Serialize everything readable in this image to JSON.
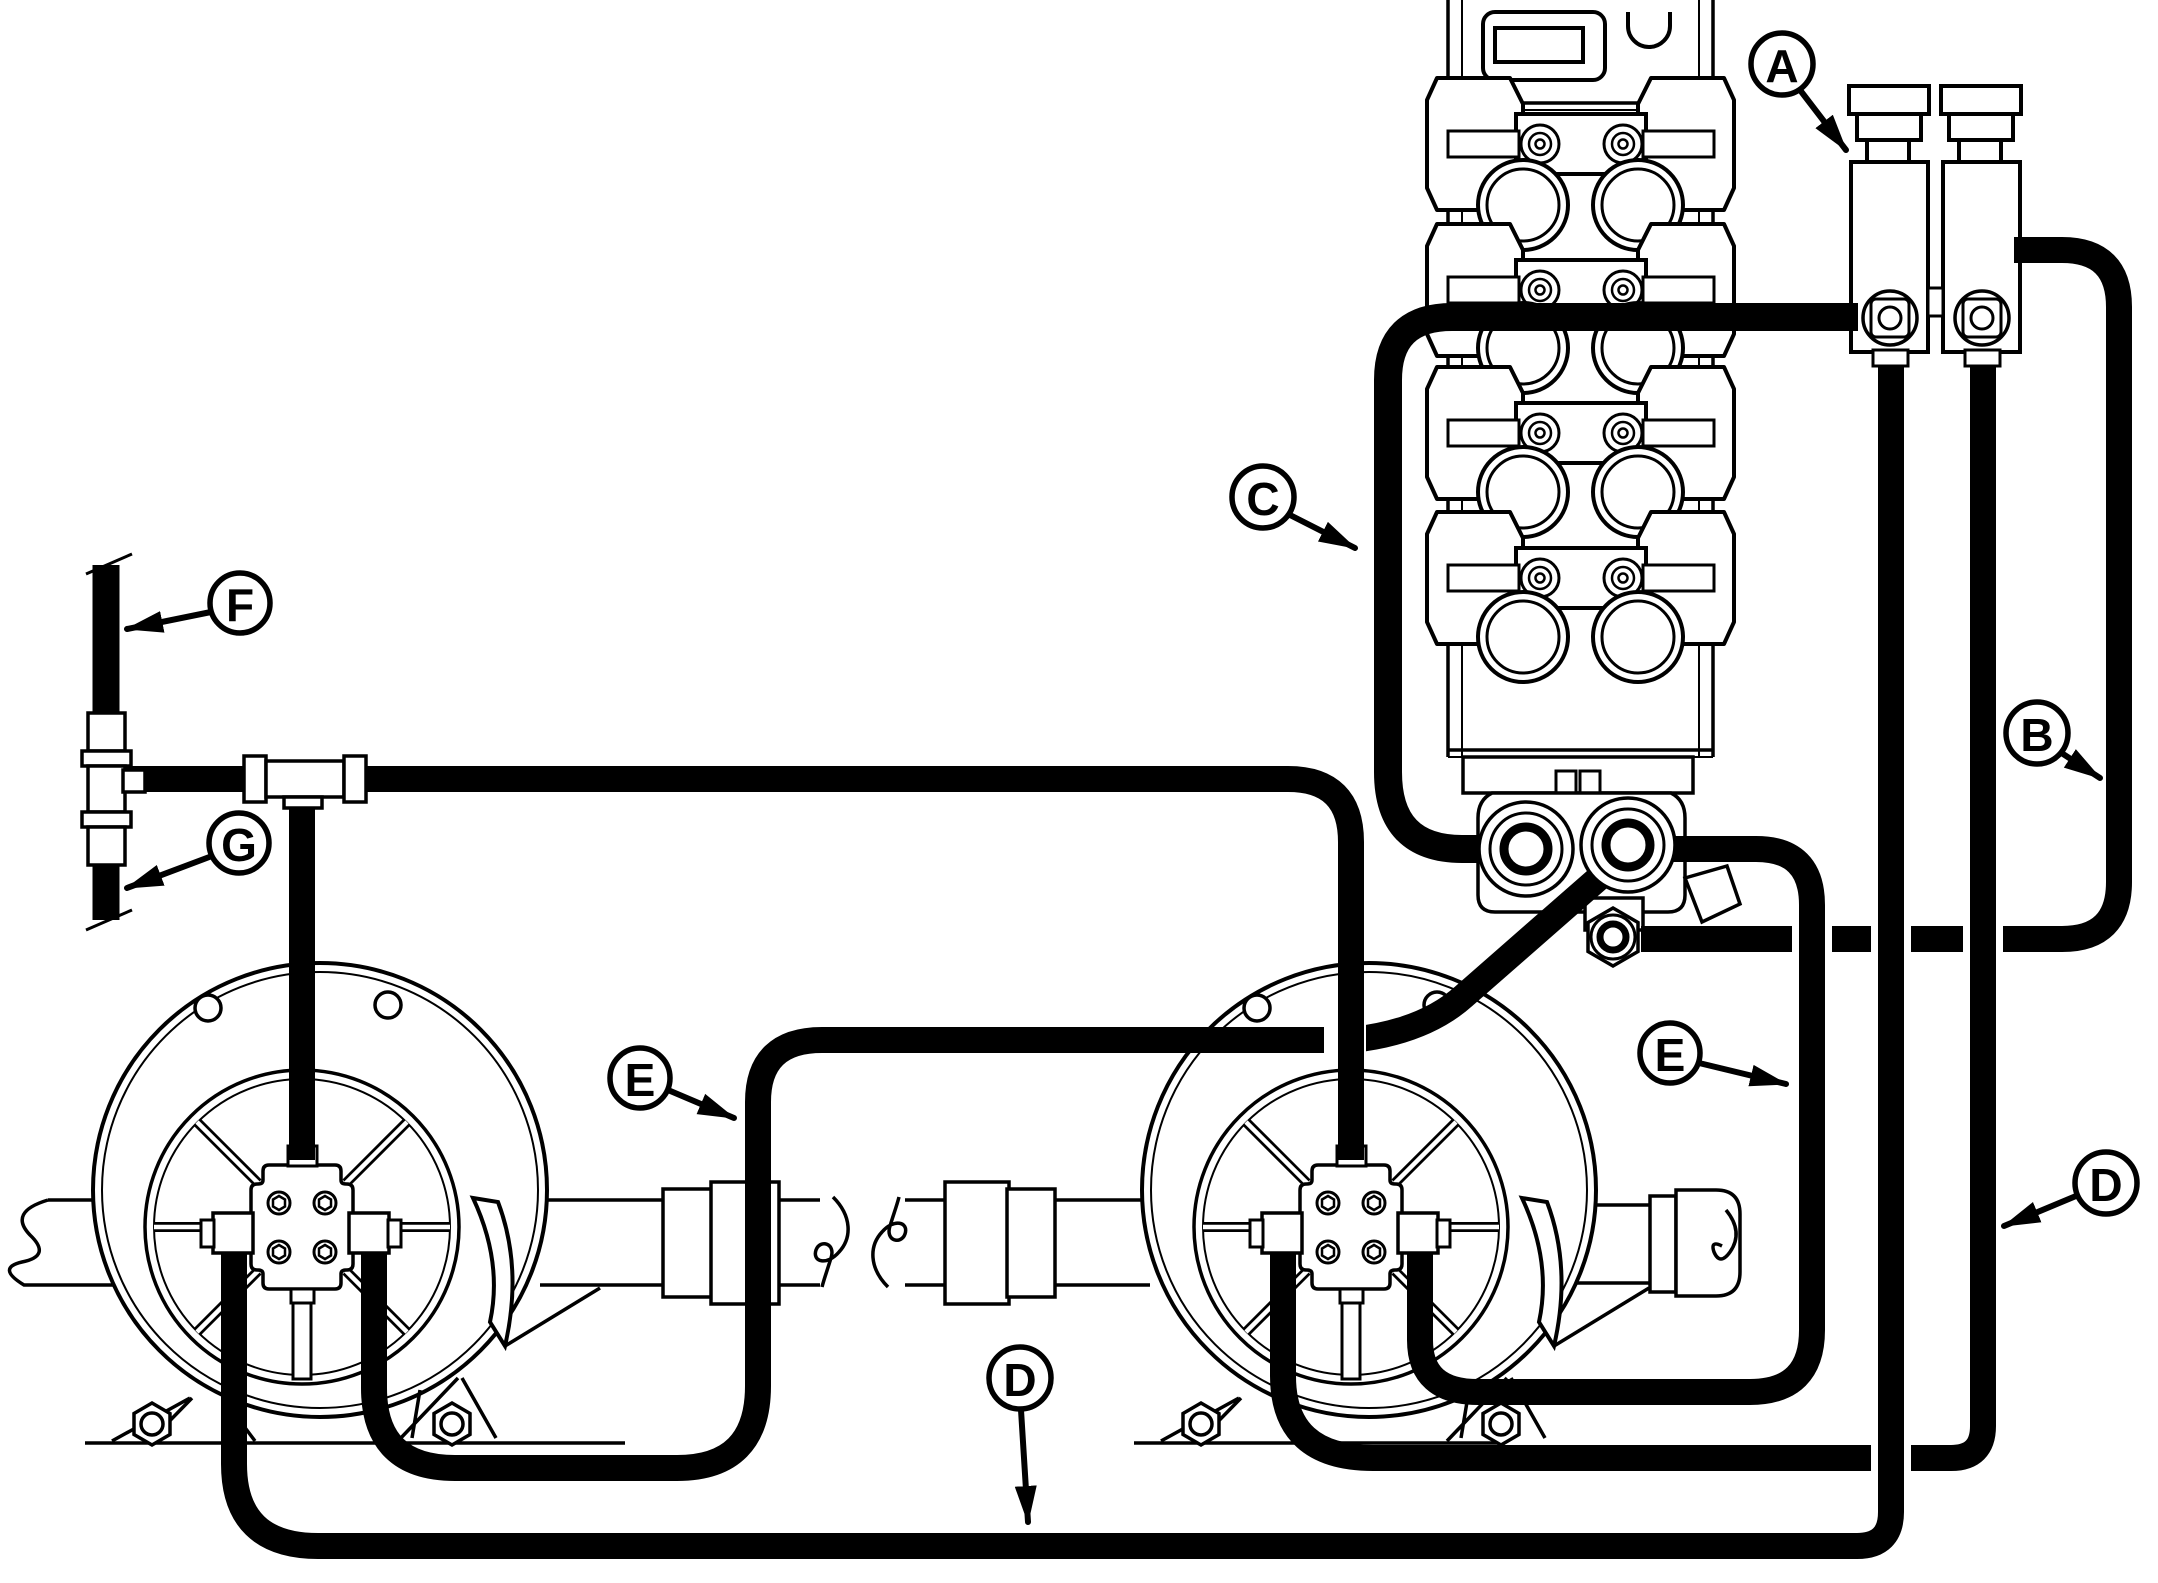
{
  "diagram": {
    "kind": "hydraulic-hose-routing-line-art",
    "background_color": "#ffffff",
    "line_color": "#000000"
  },
  "callouts": [
    {
      "id": "a",
      "letter": "A"
    },
    {
      "id": "b",
      "letter": "B"
    },
    {
      "id": "c",
      "letter": "C"
    },
    {
      "id": "d-bottom",
      "letter": "D"
    },
    {
      "id": "d-right",
      "letter": "D"
    },
    {
      "id": "e-left",
      "letter": "E"
    },
    {
      "id": "e-right",
      "letter": "E"
    },
    {
      "id": "f",
      "letter": "F"
    },
    {
      "id": "g",
      "letter": "G"
    }
  ]
}
